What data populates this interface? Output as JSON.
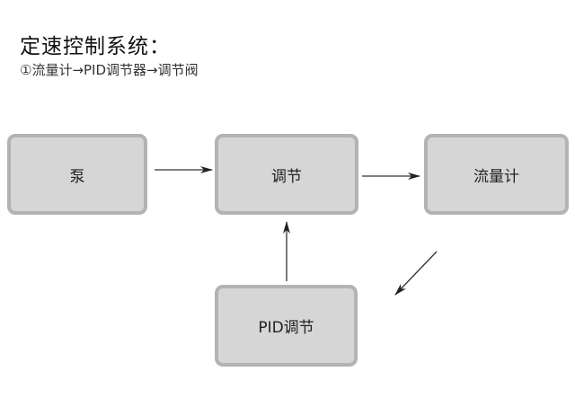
{
  "title": "定速控制系统：",
  "subtitle": "①流量计→PID调节器→调节阀",
  "nodes": [
    {
      "id": "pump",
      "label": "泵"
    },
    {
      "id": "regulator",
      "label": "调节"
    },
    {
      "id": "flowmeter",
      "label": "流量计"
    },
    {
      "id": "pid",
      "label": "PID调节"
    }
  ],
  "edges": [
    {
      "from": "pump",
      "to": "regulator"
    },
    {
      "from": "regulator",
      "to": "flowmeter"
    },
    {
      "from": "flowmeter",
      "to": "pid"
    },
    {
      "from": "pid",
      "to": "regulator"
    }
  ],
  "colors": {
    "box_fill": "#d6d6d6",
    "box_border": "#b3b3b3",
    "arrow": "#222222"
  }
}
